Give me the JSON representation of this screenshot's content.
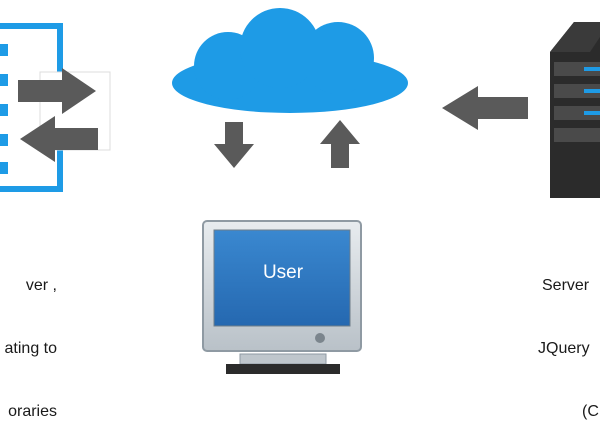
{
  "diagram": {
    "nodes": {
      "left_server": {
        "icon": "document-list-icon",
        "caption_lines": [
          "ver ,",
          "ating to",
          "oraries"
        ]
      },
      "cloud": {
        "icon": "cloud-icon",
        "color": "#1e9be6"
      },
      "user": {
        "icon": "monitor-icon",
        "label": "User",
        "screen_color": "#2e7ac4"
      },
      "right_server": {
        "icon": "server-rack-icon",
        "caption_lines": [
          "Server",
          "JQuery",
          "(C"
        ]
      }
    },
    "arrows": [
      {
        "name": "arrow-to-left-server",
        "direction": "right"
      },
      {
        "name": "arrow-from-left-server",
        "direction": "left"
      },
      {
        "name": "arrow-cloud-to-user",
        "direction": "down"
      },
      {
        "name": "arrow-user-to-cloud",
        "direction": "up"
      },
      {
        "name": "arrow-server-to-cloud",
        "direction": "left"
      }
    ],
    "colors": {
      "accent": "#1e9be6",
      "arrow": "#5a5a5a",
      "server": "#2b2b2b"
    }
  }
}
